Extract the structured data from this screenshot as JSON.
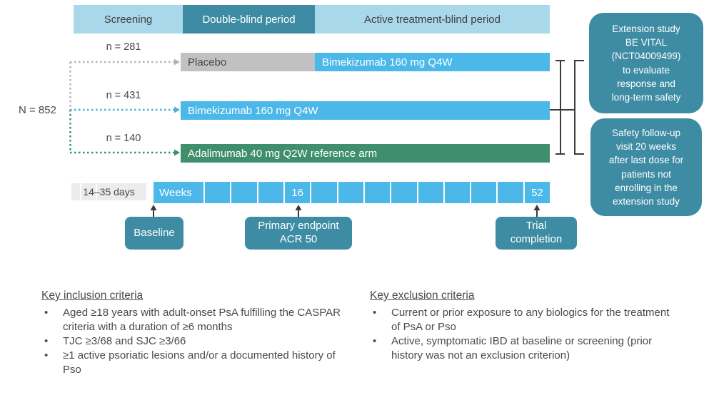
{
  "header": {
    "sections": [
      {
        "label": "Screening"
      },
      {
        "label": "Double-blind period"
      },
      {
        "label": "Active treatment-blind period"
      }
    ]
  },
  "population": {
    "total": "N = 852",
    "arm_counts": [
      {
        "n": "n = 281"
      },
      {
        "n": "n = 431"
      },
      {
        "n": "n = 140"
      }
    ]
  },
  "arms": {
    "row1_placebo": "Placebo",
    "row1_active": "Bimekizumab 160 mg Q4W",
    "row2_label": "Bimekizumab 160 mg Q4W",
    "row3_label": "Adalimumab 40 mg Q2W reference arm"
  },
  "right_boxes": [
    {
      "lines": [
        "Extension study",
        "BE VITAL",
        "(NCT04009499)",
        "to evaluate",
        "response and",
        "long-term safety"
      ]
    },
    {
      "lines": [
        "Safety follow-up",
        "visit 20 weeks",
        "after last dose for",
        "patients not",
        "enrolling in the",
        "extension study"
      ]
    }
  ],
  "timeline": {
    "screening_duration": "14–35 days",
    "weeks_label": "Weeks",
    "cells": [
      "",
      "",
      "",
      "16",
      "",
      "",
      "",
      "",
      "",
      "",
      "",
      "",
      "52"
    ]
  },
  "callouts": [
    {
      "lines": [
        "Baseline"
      ]
    },
    {
      "lines": [
        "Primary endpoint",
        "ACR 50"
      ]
    },
    {
      "lines": [
        "Trial",
        "completion"
      ]
    }
  ],
  "criteria": {
    "inclusion": {
      "title": "Key inclusion criteria",
      "items": [
        "Aged ≥18 years with adult-onset PsA fulfilling the CASPAR criteria with a duration of ≥6 months",
        "TJC ≥3/68 and SJC ≥3/66",
        "≥1 active psoriatic lesions and/or a documented history of Pso"
      ]
    },
    "exclusion": {
      "title": "Key exclusion criteria",
      "items": [
        "Current or prior exposure to any biologics for the treatment of PsA or Pso",
        "Active, symptomatic IBD at baseline or screening (prior history was not an exclusion criterion)"
      ]
    }
  },
  "colors": {
    "light_blue": "#a8d8ea",
    "teal": "#3e8ca3",
    "bar_blue": "#4cb8e9",
    "green": "#3f8e6c",
    "placebo_gray": "#c1c1c3",
    "timeline_gray": "#ececec",
    "text_dark": "#48484a"
  }
}
